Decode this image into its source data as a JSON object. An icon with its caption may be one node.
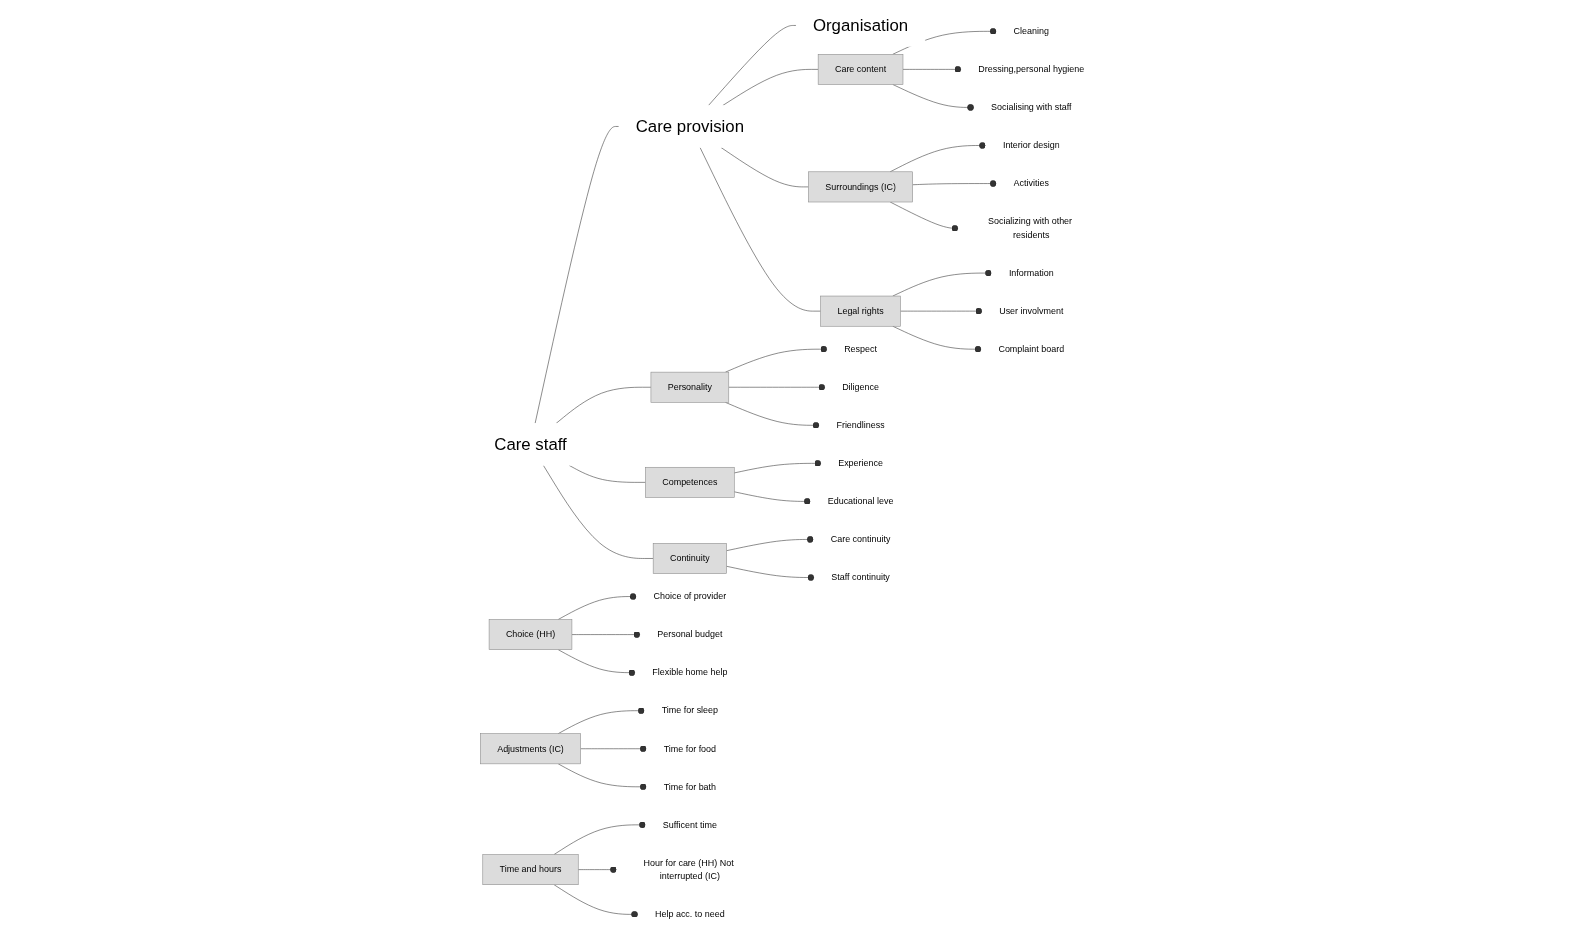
{
  "diagram": {
    "nodes": [
      {
        "text": [
          "Care staff"
        ]
      },
      {
        "text": [
          "Care provision"
        ]
      },
      {
        "text": [
          "Organisation"
        ]
      },
      {
        "text": [
          "Personality"
        ]
      },
      {
        "text": [
          "Respect"
        ]
      },
      {
        "text": [
          "Diligence"
        ]
      },
      {
        "text": [
          "Friendliness"
        ]
      },
      {
        "text": [
          "Competences"
        ]
      },
      {
        "text": [
          "Experience"
        ]
      },
      {
        "text": [
          "Educational leve"
        ]
      },
      {
        "text": [
          "Continuity"
        ]
      },
      {
        "text": [
          "Care continuity"
        ]
      },
      {
        "text": [
          "Staff continuity"
        ]
      },
      {
        "text": [
          "Care content"
        ]
      },
      {
        "text": [
          "Cleaning"
        ]
      },
      {
        "text": [
          "Dressing,personal hygiene"
        ]
      },
      {
        "text": [
          "Socialising with staff"
        ]
      },
      {
        "text": [
          "Surroundings (IC)"
        ]
      },
      {
        "text": [
          "Interior design"
        ]
      },
      {
        "text": [
          "Activities"
        ]
      },
      {
        "text": [
          "Socializing with other residents"
        ]
      },
      {
        "text": [
          "Legal rights"
        ]
      },
      {
        "text": [
          "Information"
        ]
      },
      {
        "text": [
          "User involvment"
        ]
      },
      {
        "text": [
          "Complaint board"
        ]
      },
      {
        "text": [
          "Choice (HH)"
        ]
      },
      {
        "text": [
          "Choice of provider"
        ]
      },
      {
        "text": [
          "Personal budget"
        ]
      },
      {
        "text": [
          "Flexible home help"
        ]
      },
      {
        "text": [
          "Adjustments (IC)"
        ]
      },
      {
        "text": [
          "Time for sleep"
        ]
      },
      {
        "text": [
          "Time for food"
        ]
      },
      {
        "text": [
          "Time for bath"
        ]
      },
      {
        "text": [
          "Time and hours"
        ]
      },
      {
        "text": [
          "Sufficent time"
        ]
      },
      {
        "text": [
          "Hour for care (HH) Not interrupted (IC)"
        ]
      },
      {
        "text": [
          "Help acc. to need"
        ]
      }
    ],
    "edges": [
      {
        "from": 0,
        "to": 1,
        "arrow": "none"
      },
      {
        "from": 1,
        "to": 2,
        "arrow": "none"
      },
      {
        "from": 0,
        "to": 3,
        "arrow": "none"
      },
      {
        "from": 0,
        "to": 7,
        "arrow": "none"
      },
      {
        "from": 0,
        "to": 10,
        "arrow": "none"
      },
      {
        "from": 3,
        "to": 4,
        "arrow": "other"
      },
      {
        "from": 3,
        "to": 5,
        "arrow": "other"
      },
      {
        "from": 3,
        "to": 6,
        "arrow": "other"
      },
      {
        "from": 7,
        "to": 8,
        "arrow": "other"
      },
      {
        "from": 7,
        "to": 9,
        "arrow": "other"
      },
      {
        "from": 10,
        "to": 11,
        "arrow": "other"
      },
      {
        "from": 10,
        "to": 12,
        "arrow": "other"
      },
      {
        "from": 1,
        "to": 13,
        "arrow": "none"
      },
      {
        "from": 1,
        "to": 17,
        "arrow": "none"
      },
      {
        "from": 1,
        "to": 21,
        "arrow": "none"
      },
      {
        "from": 13,
        "to": 14,
        "arrow": "other"
      },
      {
        "from": 13,
        "to": 15,
        "arrow": "other"
      },
      {
        "from": 13,
        "to": 16,
        "arrow": "other"
      },
      {
        "from": 17,
        "to": 18,
        "arrow": "other"
      },
      {
        "from": 17,
        "to": 19,
        "arrow": "other"
      },
      {
        "from": 17,
        "to": 20,
        "arrow": "other"
      },
      {
        "from": 21,
        "to": 22,
        "arrow": "other"
      },
      {
        "from": 21,
        "to": 23,
        "arrow": "other"
      },
      {
        "from": 21,
        "to": 24,
        "arrow": "other"
      },
      {
        "from": 25,
        "to": 26,
        "arrow": "other"
      },
      {
        "from": 25,
        "to": 27,
        "arrow": "other"
      },
      {
        "from": 25,
        "to": 28,
        "arrow": "other"
      },
      {
        "from": 29,
        "to": 30,
        "arrow": "other"
      },
      {
        "from": 29,
        "to": 31,
        "arrow": "other"
      },
      {
        "from": 29,
        "to": 32,
        "arrow": "other"
      },
      {
        "from": 33,
        "to": 34,
        "arrow": "other"
      },
      {
        "from": 33,
        "to": 35,
        "arrow": "other"
      },
      {
        "from": 33,
        "to": 36,
        "arrow": "other"
      }
    ]
  }
}
